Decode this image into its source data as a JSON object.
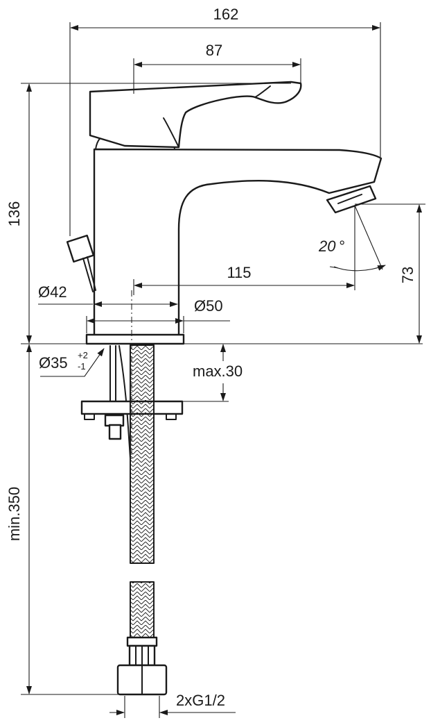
{
  "dimensions": {
    "total_length": "162",
    "lever_length": "87",
    "height": "136",
    "spout_reach": "115",
    "spout_height": "73",
    "spout_angle": "20",
    "angle_unit": "°",
    "body_diameter": "Ø42",
    "base_diameter": "Ø50",
    "hole_diameter": "Ø35",
    "hole_tol_plus": "+2",
    "hole_tol_minus": "-1",
    "max_deck": "max.30",
    "min_hose": "min.350",
    "connection": "2xG1/2"
  }
}
